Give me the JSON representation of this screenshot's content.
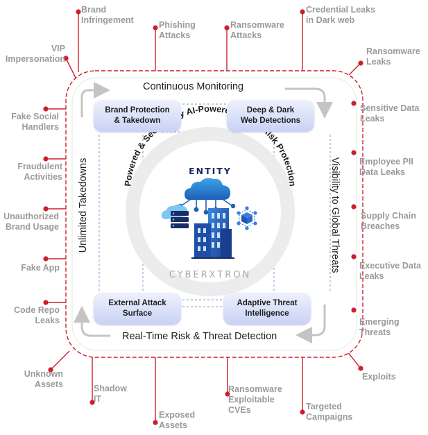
{
  "center": {
    "curved_text": "Powered & Secured by AI-Powered Digital Risk Protection",
    "entity_title": "ENTITY",
    "brand": "CYBERXTRON"
  },
  "sides": {
    "top": "Continuous Monitoring",
    "bottom": "Real-Time Risk & Threat Detection",
    "left": "Unlimited Takedowns",
    "right": "Visibility to Global Threats"
  },
  "boxes": {
    "brand_protection": "Brand Protection\n& Takedown",
    "deep_dark_web": "Deep & Dark\nWeb Detections",
    "external_attack": "External Attack\nSurface",
    "adaptive_threat": "Adaptive Threat\nIntelligence"
  },
  "threats": {
    "brand_infringement": "Brand\nInfringement",
    "phishing": "Phishing\nAttacks",
    "ransomware_attacks": "Ransomware\nAttacks",
    "credential_leaks": "Credential Leaks\nin Dark web",
    "vip_impersonation": "VIP\nImpersonation",
    "ransomware_leaks": "Ransomware\nLeaks",
    "fake_social": "Fake Social\nHandlers",
    "sensitive_data": "Sensitive Data\nLeaks",
    "fraudulent": "Fraudulent\nActivities",
    "employee_pii": "Employee PII\nData Leaks",
    "unauthorized_brand": "Unauthorized\nBrand Usage",
    "supply_chain": "Supply Chain\nBreaches",
    "fake_app": "Fake App",
    "executive_data": "Executive Data\nLeaks",
    "code_repo": "Code Repo\nLeaks",
    "emerging": "Emerging\nThreats",
    "unknown_assets": "Unknown\nAssets",
    "exploits": "Exploits",
    "shadow_it": "Shadow\nIT",
    "ransomware_cves": "Ransomware\nExploitable\nCVEs",
    "exposed_assets": "Exposed\nAssets",
    "targeted_campaigns": "Targeted\nCampaigns"
  },
  "colors": {
    "accent_red": "#cc1f2d",
    "label_gray": "#9a9a9a",
    "box_fill": "#d6dcf8",
    "navy": "#1a2d63",
    "blue": "#2f6fd6",
    "ring_gray": "#ebebeb",
    "arrow_gray": "#c4c4c4",
    "dash_blue": "#7b9bd0"
  }
}
